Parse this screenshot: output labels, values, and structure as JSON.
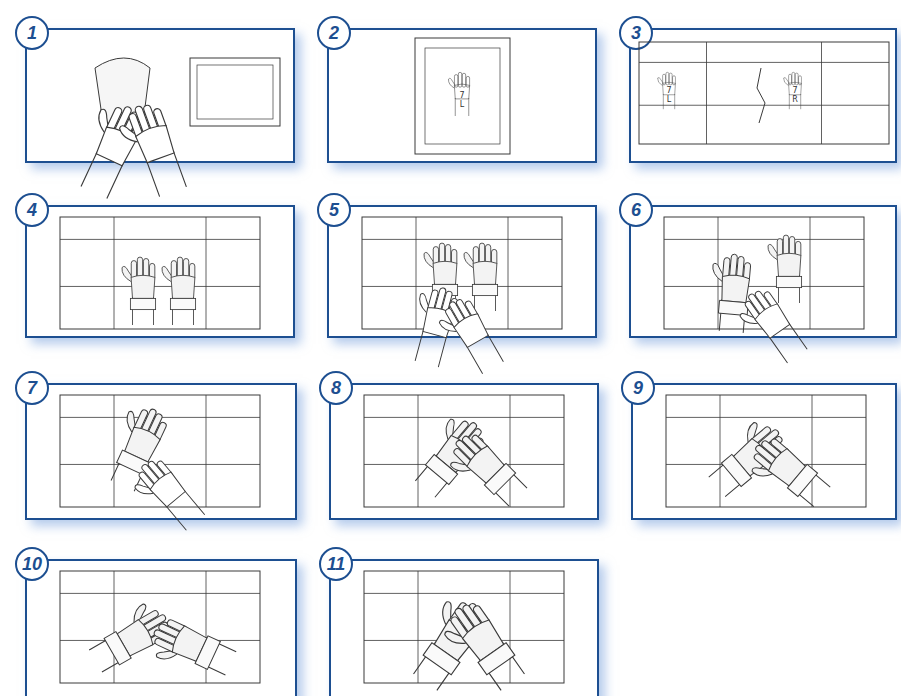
{
  "diagram": {
    "nodes": [
      {
        "text": [
          "1"
        ]
      },
      {
        "text": [
          "2"
        ]
      },
      {
        "text": [
          "3"
        ]
      },
      {
        "text": [
          "4"
        ]
      },
      {
        "text": [
          "5"
        ]
      },
      {
        "text": [
          "6"
        ]
      },
      {
        "text": [
          "7"
        ]
      },
      {
        "text": [
          "8"
        ]
      },
      {
        "text": [
          "9"
        ]
      },
      {
        "text": [
          "10"
        ]
      },
      {
        "text": [
          "11"
        ]
      }
    ],
    "labels": [
      "7 L",
      "7 L",
      "7 R"
    ]
  }
}
